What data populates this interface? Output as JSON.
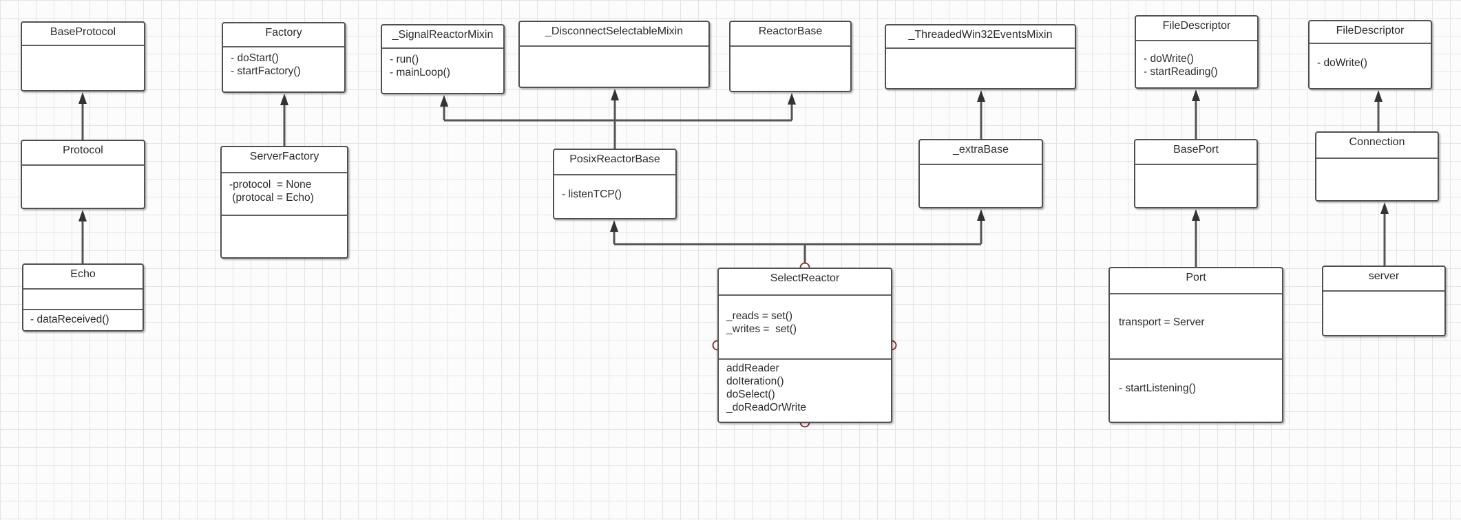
{
  "classes": {
    "baseprotocol": {
      "name": "BaseProtocol"
    },
    "protocol": {
      "name": "Protocol"
    },
    "echo": {
      "name": "Echo",
      "operations": [
        "- dataReceived()"
      ]
    },
    "factory": {
      "name": "Factory",
      "operations": [
        "- doStart()",
        "- startFactory()"
      ]
    },
    "serverfactory": {
      "name": "ServerFactory",
      "attributes": [
        "-protocol  = None",
        " (protocal = Echo)"
      ]
    },
    "signalreactormixin": {
      "name": "_SignalReactorMixin",
      "operations": [
        "- run()",
        "- mainLoop()"
      ]
    },
    "disconnectselectablemixin": {
      "name": "_DisconnectSelectableMixin"
    },
    "reactorbase": {
      "name": "ReactorBase"
    },
    "posixreactorbase": {
      "name": "PosixReactorBase",
      "operations": [
        "- listenTCP()"
      ]
    },
    "threadedwin32eventsmixin": {
      "name": "_ThreadedWin32EventsMixin"
    },
    "extrabase": {
      "name": "_extraBase"
    },
    "selectreactor": {
      "name": "SelectReactor",
      "attributes": [
        "_reads = set()",
        "_writes =  set()"
      ],
      "operations": [
        "addReader",
        "doIteration()",
        "doSelect()",
        "_doReadOrWrite"
      ]
    },
    "filedescriptor_a": {
      "name": "FileDescriptor",
      "operations": [
        "- doWrite()",
        "- startReading()"
      ]
    },
    "baseport": {
      "name": "BasePort"
    },
    "port": {
      "name": "Port",
      "attributes": [
        "transport = Server"
      ],
      "operations": [
        "- startListening()"
      ]
    },
    "filedescriptor_b": {
      "name": "FileDescriptor",
      "operations": [
        "- doWrite()"
      ]
    },
    "connection": {
      "name": "Connection"
    },
    "server": {
      "name": "server"
    }
  },
  "colors": {
    "grid": "#e4e4e4",
    "background": "#fcfcfc",
    "border": "#505050",
    "connector": "#555555",
    "arrowhead": "#333333",
    "handle": "#7a2323"
  },
  "relationships": [
    {
      "from": "Protocol",
      "to": "BaseProtocol",
      "type": "generalization"
    },
    {
      "from": "Echo",
      "to": "Protocol",
      "type": "generalization"
    },
    {
      "from": "ServerFactory",
      "to": "Factory",
      "type": "generalization"
    },
    {
      "from": "PosixReactorBase",
      "to": "_SignalReactorMixin",
      "type": "generalization"
    },
    {
      "from": "PosixReactorBase",
      "to": "_DisconnectSelectableMixin",
      "type": "generalization"
    },
    {
      "from": "PosixReactorBase",
      "to": "ReactorBase",
      "type": "generalization"
    },
    {
      "from": "_extraBase",
      "to": "_ThreadedWin32EventsMixin",
      "type": "generalization"
    },
    {
      "from": "SelectReactor",
      "to": "PosixReactorBase",
      "type": "generalization"
    },
    {
      "from": "SelectReactor",
      "to": "_extraBase",
      "type": "generalization"
    },
    {
      "from": "BasePort",
      "to": "FileDescriptor",
      "type": "generalization"
    },
    {
      "from": "Port",
      "to": "BasePort",
      "type": "generalization"
    },
    {
      "from": "Connection",
      "to": "FileDescriptor",
      "type": "generalization"
    },
    {
      "from": "server",
      "to": "Connection",
      "type": "generalization"
    }
  ]
}
